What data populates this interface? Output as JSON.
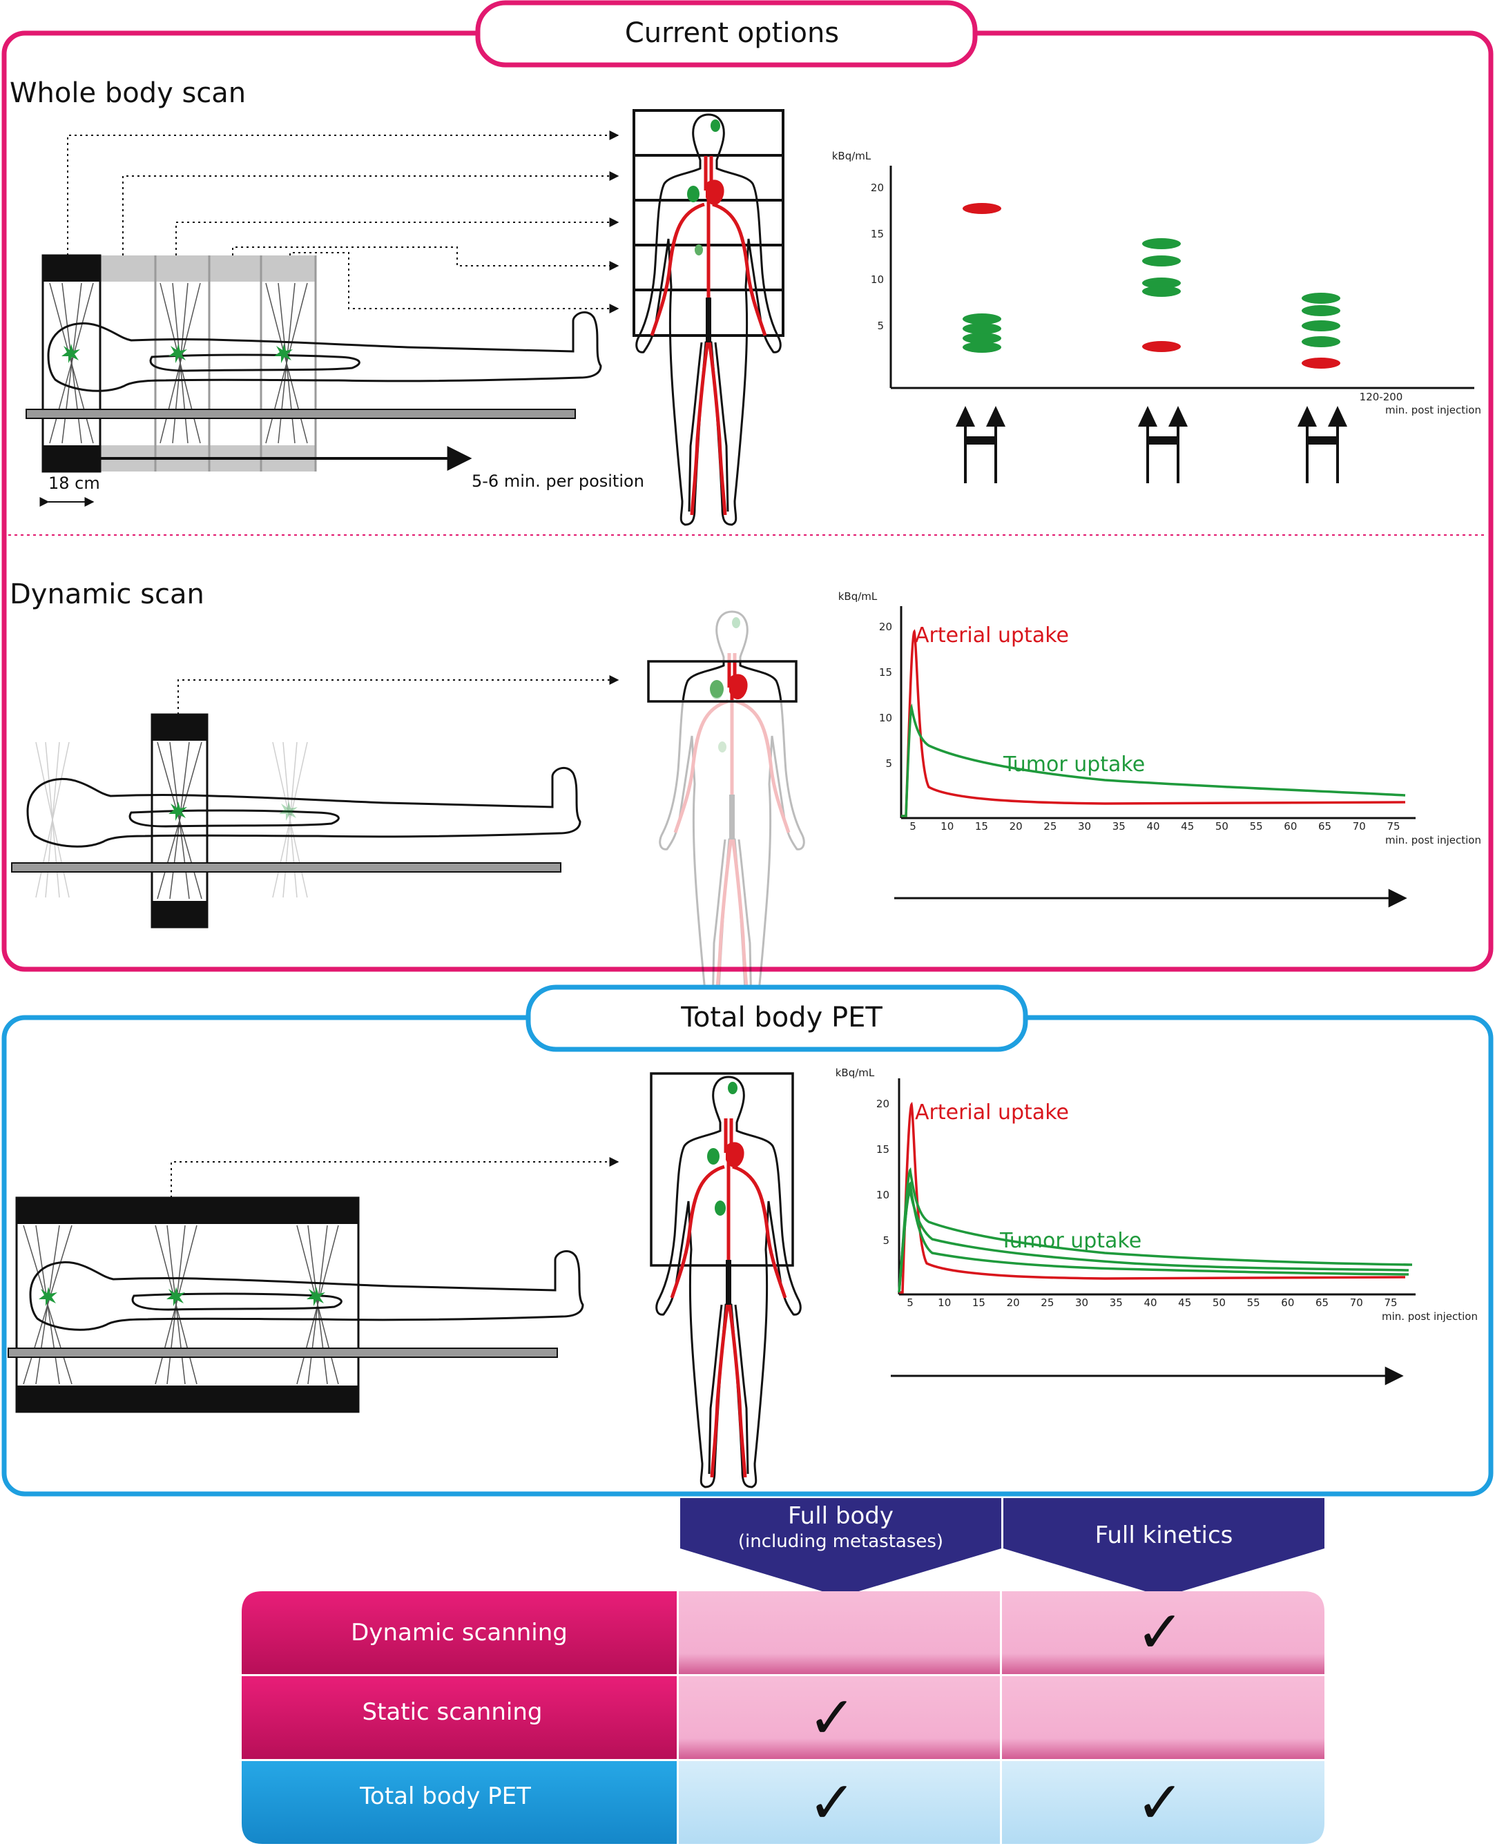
{
  "panel_current": {
    "title": "Current options",
    "whole_body": {
      "title": "Whole body scan",
      "width_label": "18 cm",
      "time_label": "5-6 min. per position",
      "y_unit": "kBq/mL",
      "y_ticks": [
        "20",
        "15",
        "10",
        "5"
      ],
      "x_end": "120-200",
      "x_unit": "min. post injection"
    },
    "dynamic": {
      "title": "Dynamic scan",
      "y_unit": "kBq/mL",
      "y_ticks": [
        "20",
        "15",
        "10",
        "5"
      ],
      "x_ticks": [
        "5",
        "10",
        "15",
        "20",
        "25",
        "30",
        "35",
        "40",
        "45",
        "50",
        "55",
        "60",
        "65",
        "70",
        "75"
      ],
      "x_unit": "min. post injection",
      "arterial_label": "Arterial uptake",
      "tumor_label": "Tumor uptake"
    }
  },
  "panel_total": {
    "title": "Total body PET",
    "y_unit": "kBq/mL",
    "y_ticks": [
      "20",
      "15",
      "10",
      "5"
    ],
    "x_ticks": [
      "5",
      "10",
      "15",
      "20",
      "25",
      "30",
      "35",
      "40",
      "45",
      "50",
      "55",
      "60",
      "65",
      "70",
      "75"
    ],
    "x_unit": "min. post injection",
    "arterial_label": "Arterial uptake",
    "tumor_label": "Tumor uptake"
  },
  "comparison": {
    "col1_title": "Full body",
    "col1_sub": "(including metastases)",
    "col2_title": "Full kinetics",
    "check_mark": "✓",
    "rows": [
      {
        "label": "Dynamic scanning",
        "full_body": false,
        "full_kinetics": true
      },
      {
        "label": "Static scanning",
        "full_body": true,
        "full_kinetics": false
      },
      {
        "label": "Total body PET",
        "full_body": true,
        "full_kinetics": true
      }
    ]
  },
  "colors": {
    "magenta": "#e2196f",
    "blue": "#1e9fe0",
    "navy": "#2f2a82",
    "red": "#d9151c",
    "green": "#1f9a3c",
    "pink_cell": "#f5b3d2",
    "blue_cell": "#c8e6f8"
  }
}
